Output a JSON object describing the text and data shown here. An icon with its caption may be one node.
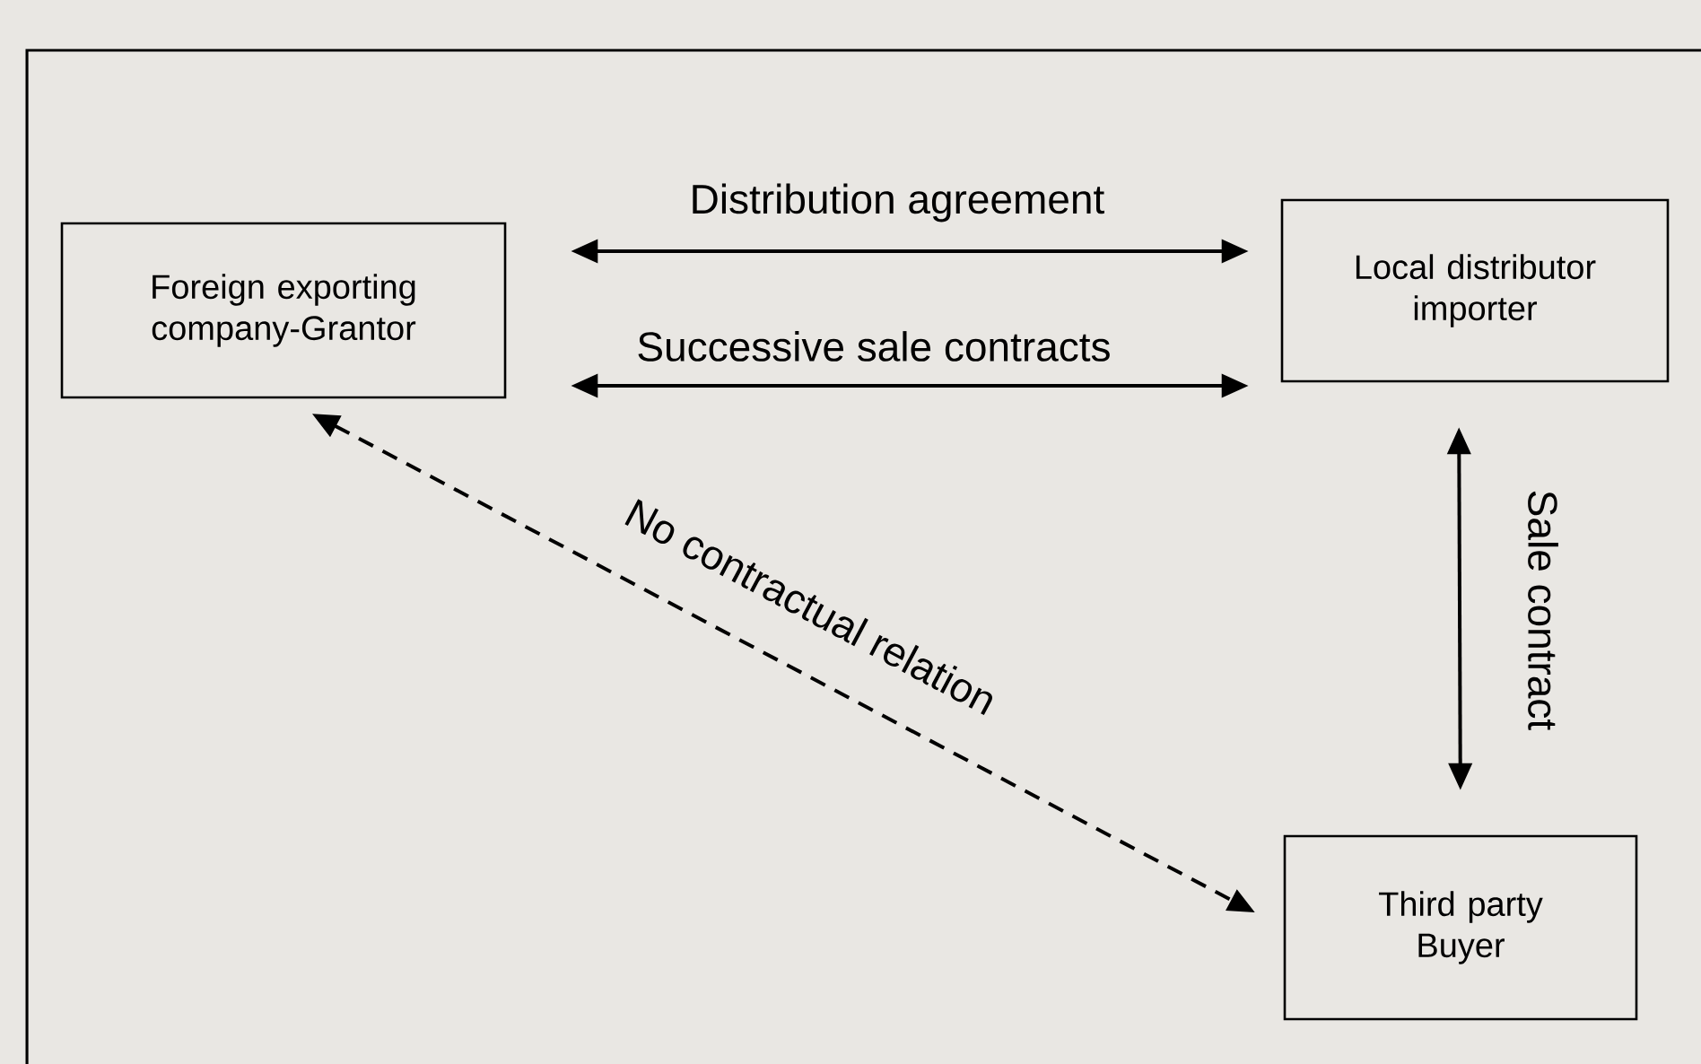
{
  "diagram": {
    "nodes": [
      {
        "text": [
          "Foreign exporting company-Grantor"
        ]
      },
      {
        "text": [
          "Local distributor importer"
        ]
      },
      {
        "text": [
          "Third party Buyer"
        ]
      }
    ],
    "edges": [
      {
        "from": 0,
        "to": 1,
        "arrow": "both",
        "label": "Distribution agreement"
      },
      {
        "from": 0,
        "to": 1,
        "arrow": "both",
        "label": "Successive sale contracts"
      },
      {
        "from": 1,
        "to": 2,
        "arrow": "both",
        "label": "Sale contract"
      },
      {
        "from": 0,
        "to": 2,
        "arrow": "both",
        "label": "No contractual relation",
        "style": "dashed"
      }
    ]
  }
}
